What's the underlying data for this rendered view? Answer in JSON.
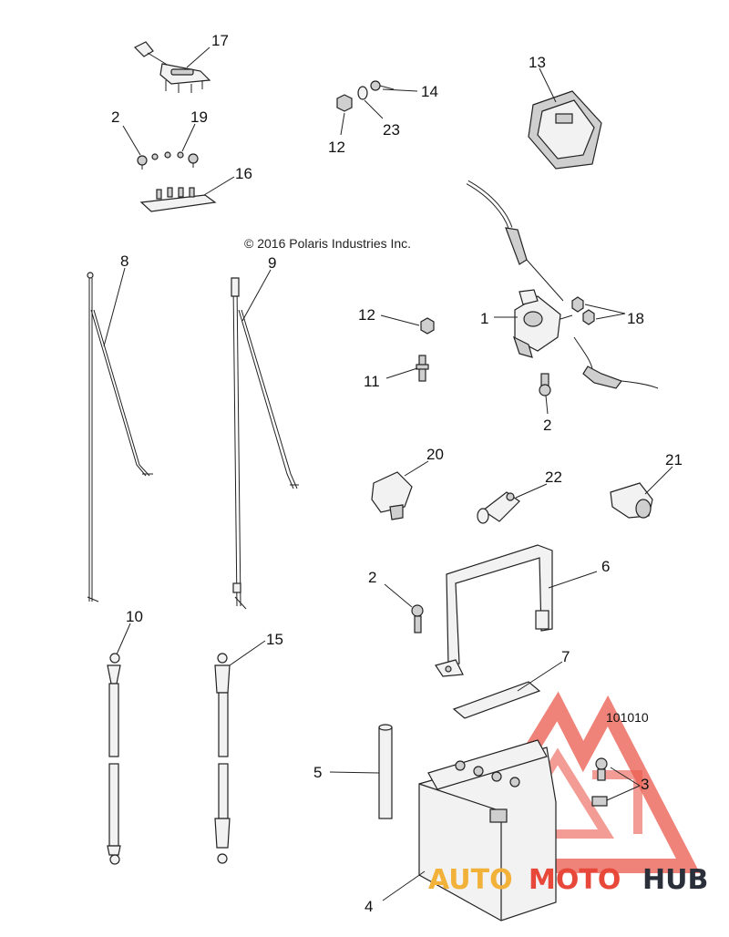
{
  "copyright": "© 2016 Polaris Industries Inc.",
  "reference_number": "101010",
  "watermark": {
    "part1": "AUTO",
    "part2": "MOTO",
    "part3": "HUB",
    "colors": {
      "auto": "#f2b23a",
      "moto": "#e8483a",
      "hub": "#2a2f3a"
    }
  },
  "callouts": [
    "17",
    "2",
    "19",
    "16",
    "14",
    "12",
    "23",
    "13",
    "8",
    "9",
    "12",
    "1",
    "18",
    "11",
    "2",
    "20",
    "22",
    "21",
    "2",
    "6",
    "10",
    "15",
    "7",
    "5",
    "3",
    "4"
  ]
}
